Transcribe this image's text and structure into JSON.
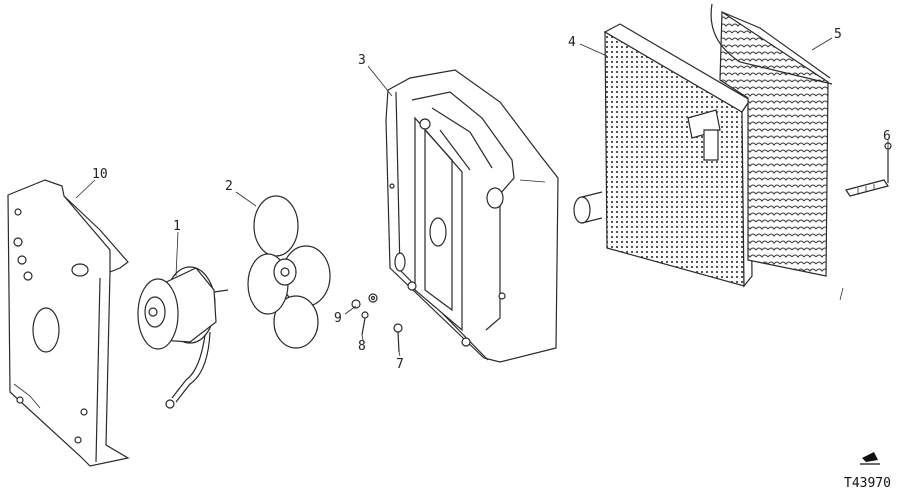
{
  "figure": {
    "figure_id": "T43970",
    "callouts": {
      "c1": "1",
      "c2": "2",
      "c3": "3",
      "c4": "4",
      "c5": "5",
      "c6": "6",
      "c7": "7",
      "c8": "8",
      "c9": "9",
      "c10": "10"
    }
  }
}
